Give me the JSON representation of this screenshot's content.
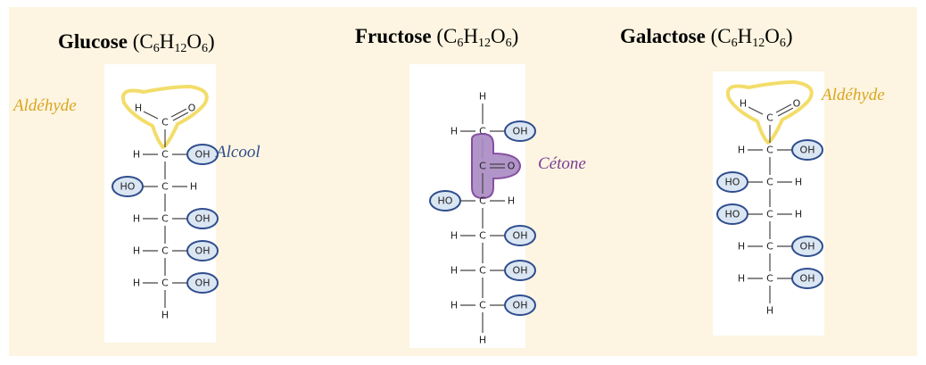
{
  "molecules": [
    {
      "id": "glucose",
      "name": "Glucose",
      "formula": {
        "c": "C",
        "c_n": "6",
        "h": "H",
        "h_n": "12",
        "o": "O",
        "o_n": "6"
      },
      "top": "aldehyde",
      "rows": [
        {
          "left": "H",
          "right": "OH",
          "oh_side": "right"
        },
        {
          "left": "HO",
          "right": "H",
          "oh_side": "left"
        },
        {
          "left": "H",
          "right": "OH",
          "oh_side": "right"
        },
        {
          "left": "H",
          "right": "OH",
          "oh_side": "right"
        },
        {
          "left": "H",
          "right": "OH",
          "oh_side": "right"
        }
      ],
      "bottom": "H"
    },
    {
      "id": "fructose",
      "name": "Fructose",
      "formula": {
        "c": "C",
        "c_n": "6",
        "h": "H",
        "h_n": "12",
        "o": "O",
        "o_n": "6"
      },
      "top": "H",
      "rows": [
        {
          "left": "H",
          "right": "OH",
          "oh_side": "right"
        },
        {
          "ketone": true
        },
        {
          "left": "HO",
          "right": "H",
          "oh_side": "left"
        },
        {
          "left": "H",
          "right": "OH",
          "oh_side": "right"
        },
        {
          "left": "H",
          "right": "OH",
          "oh_side": "right"
        },
        {
          "left": "H",
          "right": "OH",
          "oh_side": "right"
        }
      ],
      "bottom": "H"
    },
    {
      "id": "galactose",
      "name": "Galactose",
      "formula": {
        "c": "C",
        "c_n": "6",
        "h": "H",
        "h_n": "12",
        "o": "O",
        "o_n": "6"
      },
      "top": "aldehyde",
      "rows": [
        {
          "left": "H",
          "right": "OH",
          "oh_side": "right"
        },
        {
          "left": "HO",
          "right": "H",
          "oh_side": "left"
        },
        {
          "left": "HO",
          "right": "H",
          "oh_side": "left"
        },
        {
          "left": "H",
          "right": "OH",
          "oh_side": "right"
        },
        {
          "left": "H",
          "right": "OH",
          "oh_side": "right"
        }
      ],
      "bottom": "H"
    }
  ],
  "atoms": {
    "carbon": "C",
    "oxygen": "O",
    "hydrogen": "H"
  },
  "labels": {
    "aldehyde_left": "Aldéhyde",
    "alcool": "Alcool",
    "cetone": "Cétone",
    "aldehyde_right": "Aldéhyde"
  },
  "colors": {
    "background": "#fdf5e1",
    "aldehyde": "#d9a520",
    "alcool": "#2e4d8e",
    "cetone": "#7a3d96",
    "aldehyde_glow": "#f3dd6a",
    "ketone_fill": "#a98ac4",
    "oh_fill": "#dbe6f3"
  }
}
